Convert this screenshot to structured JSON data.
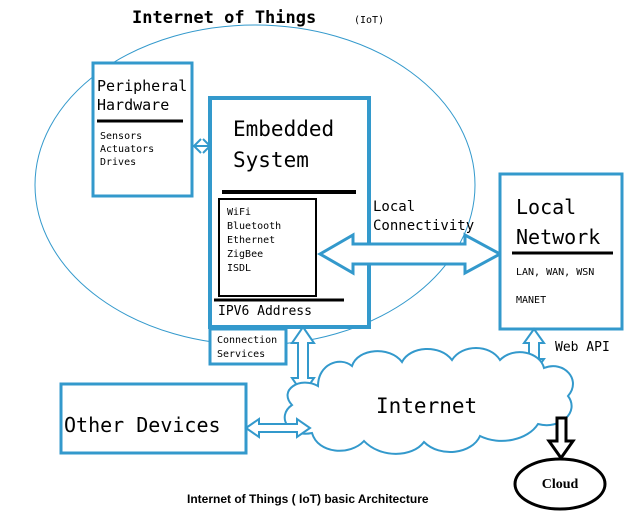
{
  "title": {
    "main": "Internet of Things",
    "suffix": "(IoT)"
  },
  "peripheral": {
    "title_line1": "Peripheral",
    "title_line2": "Hardware",
    "items": [
      "Sensors",
      "Actuators",
      "Drives"
    ]
  },
  "embedded": {
    "title_line1": "Embedded",
    "title_line2": "System",
    "protocols": [
      "WiFi",
      "Bluetooth",
      "Ethernet",
      "ZigBee",
      "ISDL"
    ],
    "address": "IPV6 Address"
  },
  "local_connectivity": {
    "line1": "Local",
    "line2": "Connectivity"
  },
  "local_network": {
    "title_line1": "Local",
    "title_line2": "Network",
    "items": [
      "LAN, WAN, WSN",
      "MANET"
    ]
  },
  "connection_services": {
    "line1": "Connection",
    "line2": "Services"
  },
  "web_api": "Web API",
  "internet": "Internet",
  "other_devices": "Other Devices",
  "cloud": "Cloud",
  "caption": "Internet of Things ( IoT) basic Architecture",
  "colors": {
    "accent": "#3399cc",
    "line": "#000000",
    "background": "#ffffff"
  }
}
